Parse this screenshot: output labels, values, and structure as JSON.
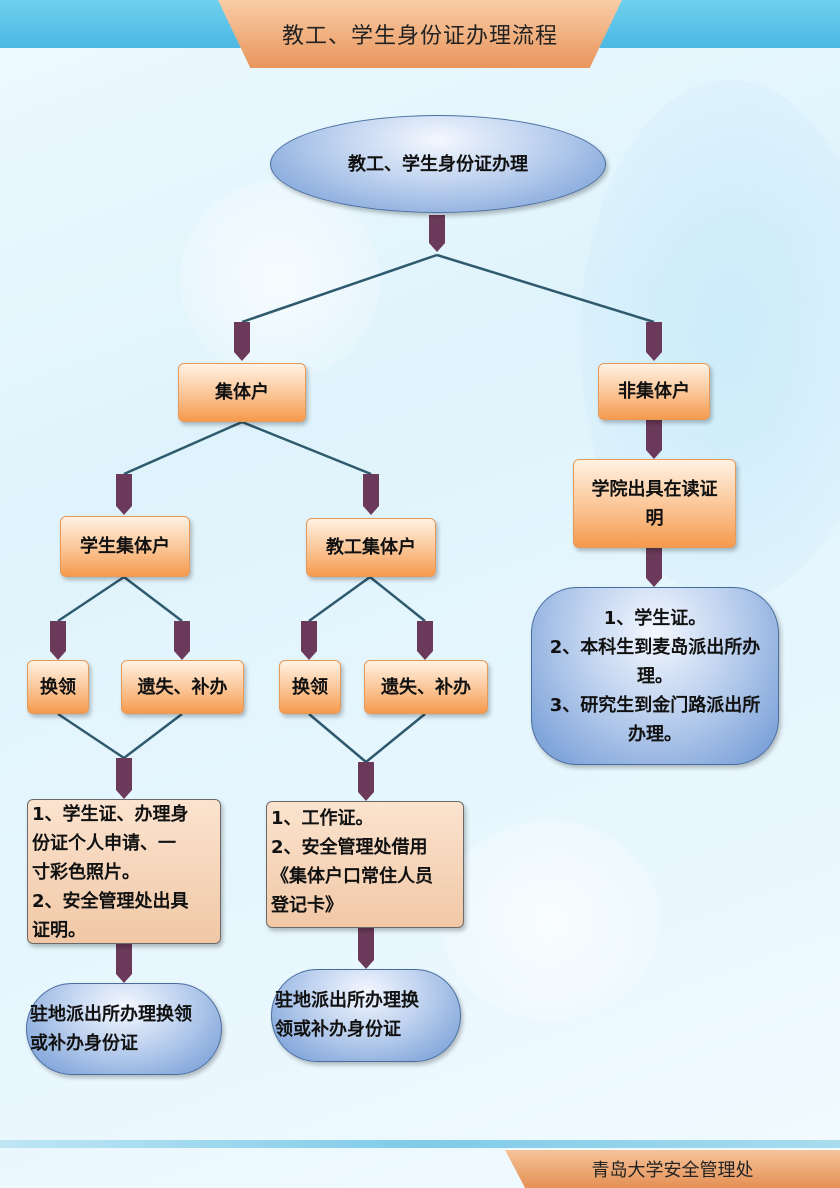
{
  "header": {
    "title": "教工、学生身份证办理流程"
  },
  "flowchart": {
    "root": "教工、学生身份证办理",
    "collective": "集体户",
    "non_collective": "非集体户",
    "student_collective": "学生集体户",
    "staff_collective": "教工集体户",
    "student_renew": "换领",
    "student_lost": "遗失、补办",
    "staff_renew": "换领",
    "staff_lost": "遗失、补办",
    "student_requirements": "1、学生证、办理身\n份证个人申请、一\n寸彩色照片。\n2、安全管理处出具\n证明。",
    "staff_requirements": "1、工作证。\n2、安全管理处借用\n《集体户口常住人员\n登记卡》",
    "student_result": "驻地派出所办理换领\n或补办身份证",
    "staff_result": "驻地派出所办理换\n领或补办身份证",
    "college_certificate": "学院出具在读证\n明",
    "non_collective_steps": "1、学生证。\n2、本科生到麦岛派出所办\n理。\n3、研究生到金门路派出所\n办理。"
  },
  "footer": {
    "org": "青岛大学安全管理处"
  },
  "colors": {
    "connector_line": "#2f5a6e",
    "arrow_fill": "#6b3a5a"
  }
}
